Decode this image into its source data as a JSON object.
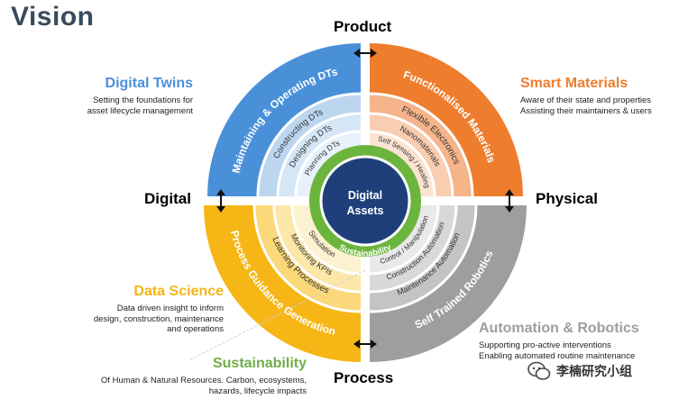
{
  "title": "Vision",
  "axes": {
    "top": "Product",
    "left": "Digital",
    "right": "Physical",
    "bottom": "Process"
  },
  "center": {
    "line1": "Digital",
    "line2": "Assets",
    "ring": "Sustainability"
  },
  "quadrants": {
    "digital_twins": {
      "title": "Digital Twins",
      "desc1": "Setting the foundations for",
      "desc2": "asset lifecycle management",
      "rings": [
        "Maintaining & Operating DTs",
        "Constructing DTs",
        "Designing DTs",
        "Planning DTs"
      ]
    },
    "smart_materials": {
      "title": "Smart Materials",
      "desc1": "Aware of their state and properties",
      "desc2": "Assisting their maintainers & users",
      "rings": [
        "Functionalised Materials",
        "Flexible Electronics",
        "Nanomaterials",
        "Self Sensing / Healing"
      ]
    },
    "data_science": {
      "title": "Data Science",
      "desc1": "Data driven insight to inform",
      "desc2": "design, construction, maintenance",
      "desc3": "and operations",
      "rings": [
        "Process Guidance Generation",
        "Learning Processes",
        "Monitoring KPIs",
        "Simulation"
      ]
    },
    "automation": {
      "title": "Automation & Robotics",
      "desc1": "Supporting pro-active interventions",
      "desc2": "Enabling automated routine maintenance",
      "rings": [
        "Self Trained Robotics",
        "Maintenance Automation",
        "Construction Automation",
        "Control / Manipulation"
      ]
    },
    "sustainability": {
      "title": "Sustainability",
      "desc1": "Of Human & Natural Resources. Carbon, ecosystems,",
      "desc2": "hazards, lifecycle impacts"
    }
  },
  "watermark": "李楠研究小组",
  "colors": {
    "blue": "#4a90d9",
    "orange": "#ef7d2e",
    "yellow": "#f5b616",
    "gray": "#9e9e9e",
    "green": "#6bb53c",
    "navy": "#1f3f7a",
    "title": "#3a4a5e",
    "sustain": "#70ad47",
    "automation": "#9e9e9e"
  }
}
